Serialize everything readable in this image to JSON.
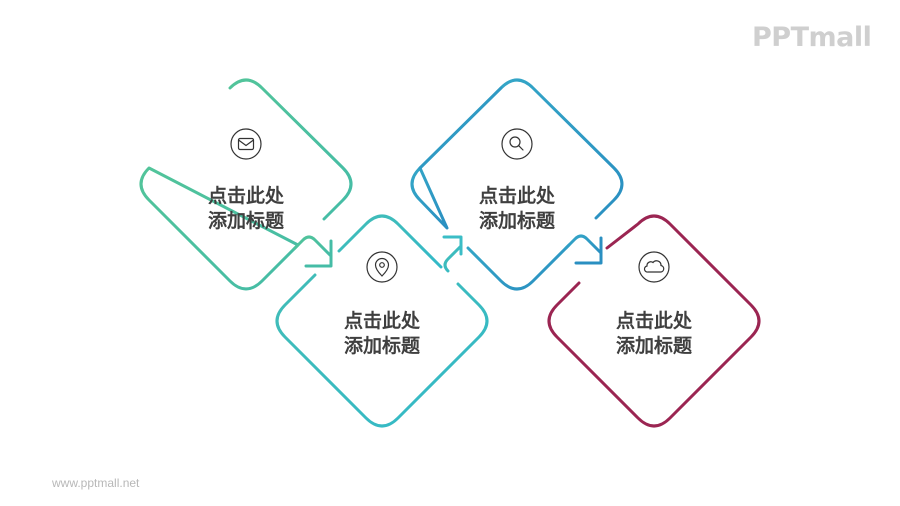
{
  "logo": {
    "text": "PPTmall"
  },
  "footer": {
    "url": "www.pptmall.net"
  },
  "colors": {
    "step1": "#4dbf9a",
    "step2": "#3bbfc4",
    "step3": "#2f9ac4",
    "step4": "#9b2552",
    "text": "#3f3f3f",
    "icon": "#333333"
  },
  "steps": [
    {
      "line1": "点击此处",
      "line2": "添加标题",
      "icon": "mail-icon"
    },
    {
      "line1": "点击此处",
      "line2": "添加标题",
      "icon": "location-pin-icon"
    },
    {
      "line1": "点击此处",
      "line2": "添加标题",
      "icon": "search-icon"
    },
    {
      "line1": "点击此处",
      "line2": "添加标题",
      "icon": "cloud-icon"
    }
  ]
}
